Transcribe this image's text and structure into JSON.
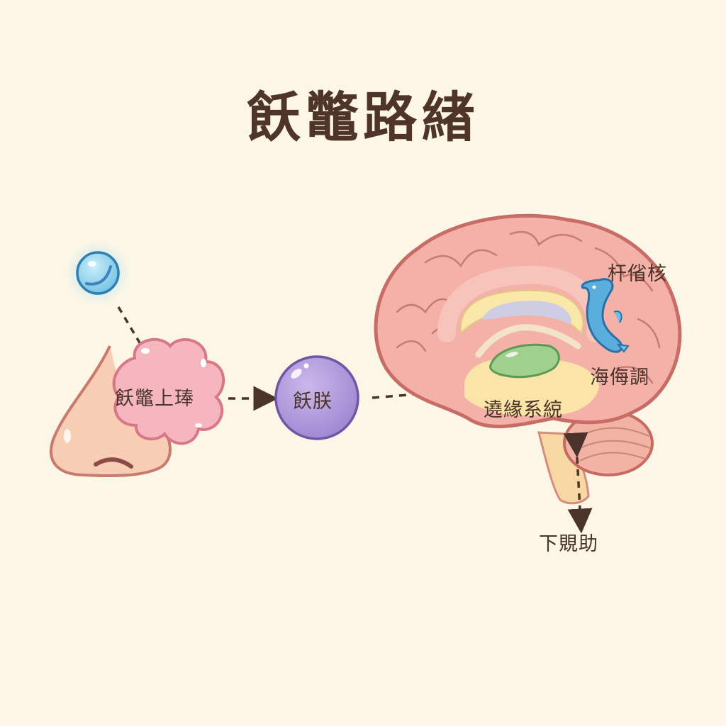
{
  "title": "飫鼈路緖",
  "labels": {
    "olfactory_epithelium": "飫鼈上琫",
    "olfactory_bulb": "飫朕",
    "amygdala": "杆偗核",
    "hippocampus": "海侮調",
    "limbic_system": "遶緣系綂",
    "hypothalamus": "下覞助"
  },
  "colors": {
    "background": "#fcf6e7",
    "text": "#4a3328",
    "odor_molecule": "#8fd3ec",
    "epithelium": "#f4b3bd",
    "bulb": "#b9a3dd",
    "brain": "#f3b1a8",
    "limbic": "#fbe7a6",
    "amygdala_shape": "#9fd08d",
    "seahorse": "#4ea6d6",
    "nose": "#f7cdb3"
  }
}
